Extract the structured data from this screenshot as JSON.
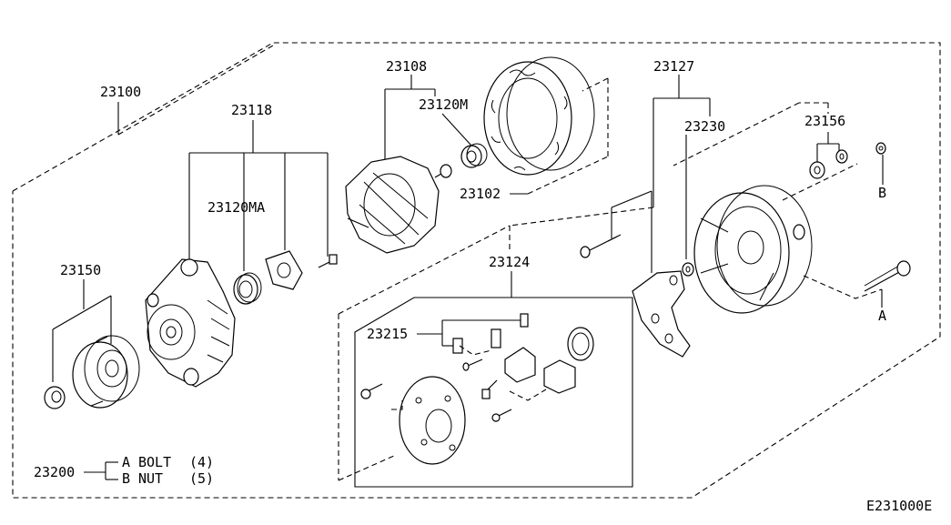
{
  "diagram_code": "E231000E",
  "part_labels": {
    "p23100": "23100",
    "p23118": "23118",
    "p23108": "23108",
    "p23120M": "23120M",
    "p23102": "23102",
    "p23127": "23127",
    "p23230": "23230",
    "p23156": "23156",
    "p23120MA": "23120MA",
    "p23124": "23124",
    "p23150": "23150",
    "p23215": "23215",
    "p23200": "23200",
    "ref_a": "A",
    "ref_b": "B"
  },
  "kit_items": [
    {
      "code": "A",
      "name": "BOLT",
      "qty": "(4)"
    },
    {
      "code": "B",
      "name": "NUT",
      "qty": "(5)"
    }
  ]
}
